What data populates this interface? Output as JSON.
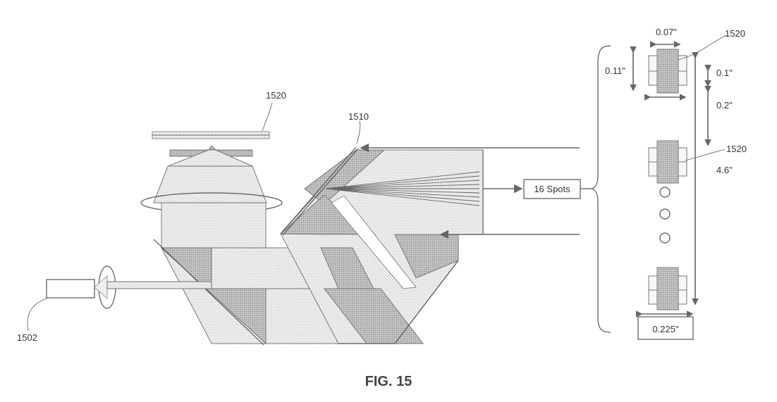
{
  "figure": {
    "caption": "FIG. 15",
    "labels": {
      "ref_1520_top": "1520",
      "ref_1510": "1510",
      "ref_1502": "1502",
      "ref_1520_right_top": "1520",
      "ref_1520_right_mid": "1520",
      "spots_box": "16 Spots"
    },
    "dimensions": {
      "width_007": "0.07\"",
      "height_011": "0.11\"",
      "gap_01": "0.1\"",
      "pitch_02": "0.2\"",
      "total_46": "4.6\"",
      "base_0225": "0.225\""
    }
  }
}
